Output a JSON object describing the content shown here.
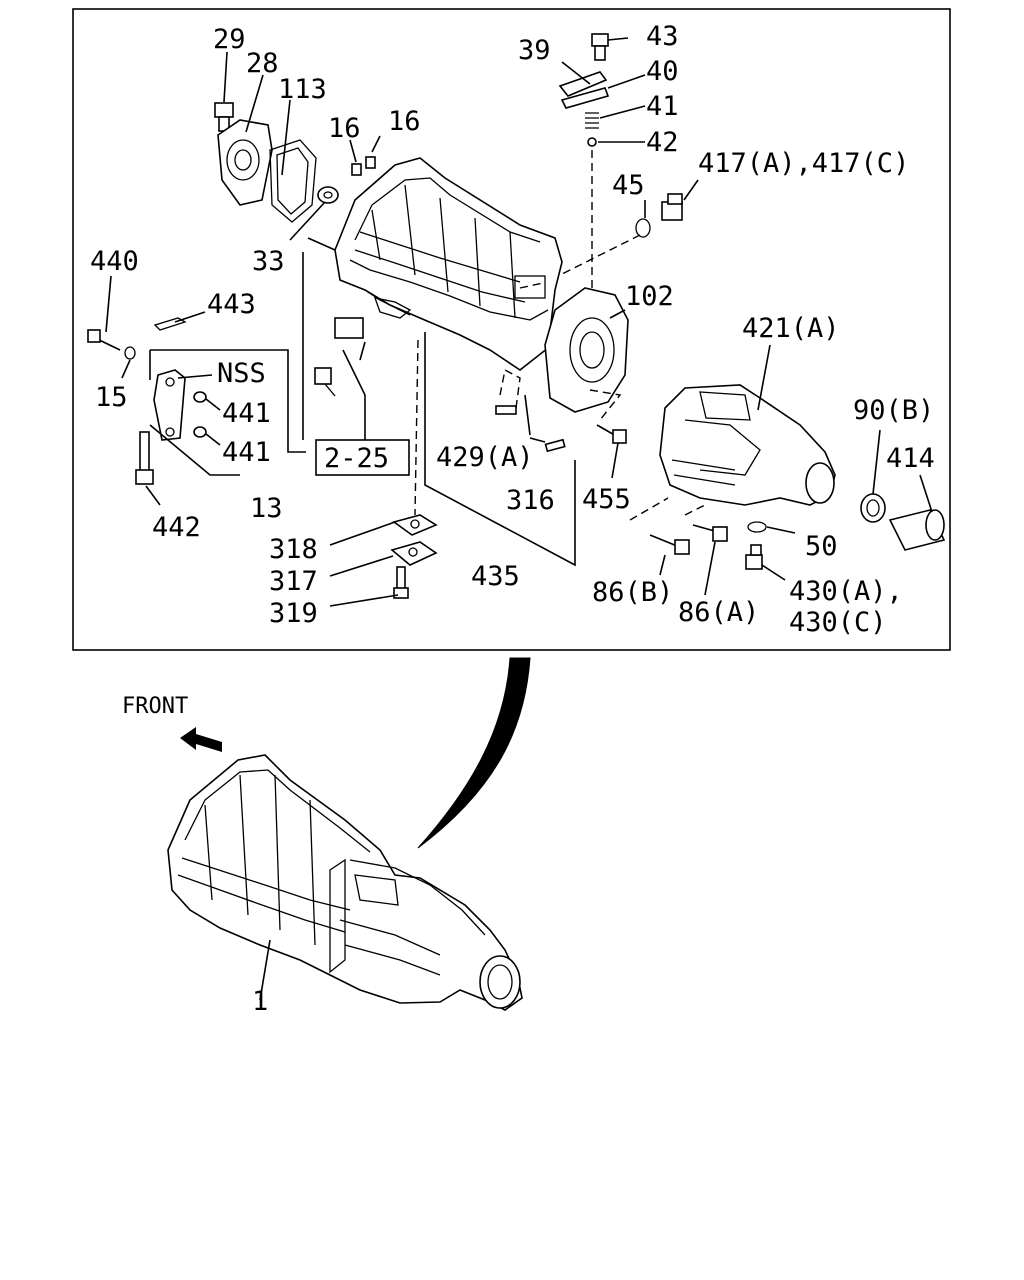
{
  "labels": {
    "p29": "29",
    "p28": "28",
    "p113": "113",
    "p16a": "16",
    "p16b": "16",
    "p33": "33",
    "p440": "440",
    "p443": "443",
    "p15": "15",
    "nss": "NSS",
    "p441a": "441",
    "p441b": "441",
    "p13": "13",
    "p442": "442",
    "ref": "2-25",
    "p318": "318",
    "p317": "317",
    "p319": "319",
    "p39": "39",
    "p43": "43",
    "p40": "40",
    "p41": "41",
    "p42": "42",
    "p417": "417(A),417(C)",
    "p45": "45",
    "p102": "102",
    "p429": "429(A)",
    "p316": "316",
    "p455": "455",
    "p435": "435",
    "p421": "421(A)",
    "p90": "90(B)",
    "p414": "414",
    "p50": "50",
    "p86b": "86(B)",
    "p86a": "86(A)",
    "p430a": "430(A),",
    "p430c": "430(C)",
    "front": "FRONT",
    "p1": "1"
  }
}
